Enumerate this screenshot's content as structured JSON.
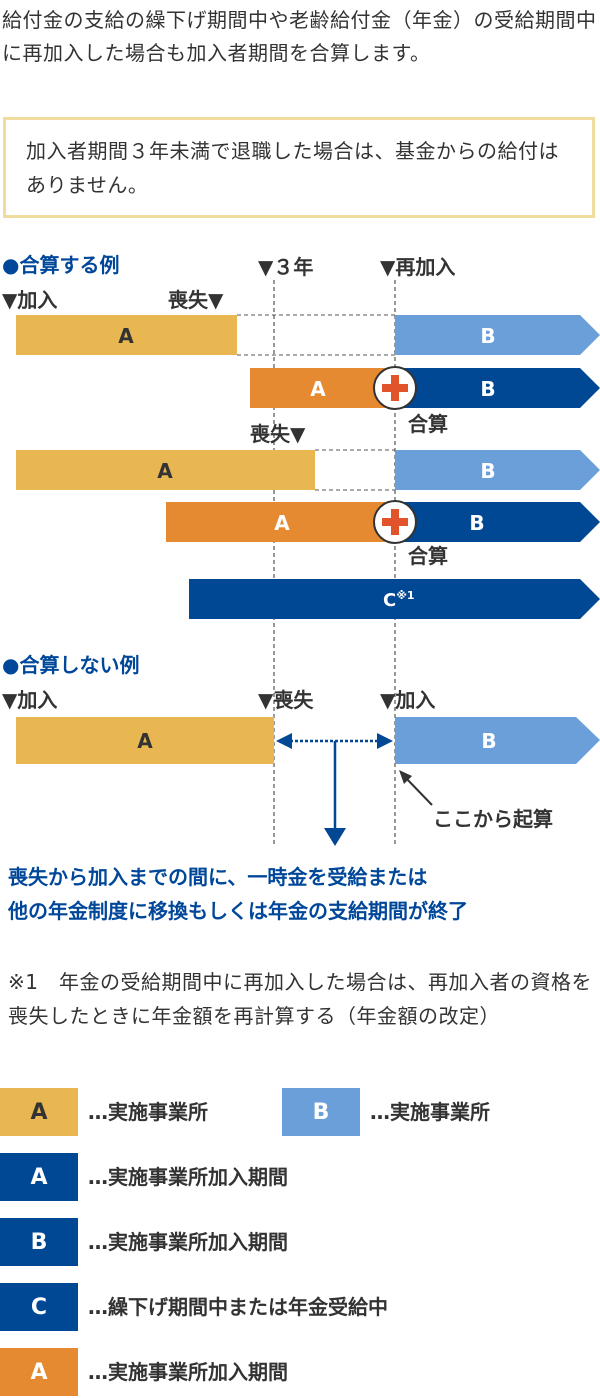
{
  "intro": {
    "text": "給付金の支給の繰下げ期間中や老齢給付金（年金）の受給期間中に再加入した場合も加入者期間を合算します。"
  },
  "notice": {
    "text": "加入者期間３年未満で退職した場合は、基金からの給付はありません。"
  },
  "colors": {
    "gold": "#e9b752",
    "light_blue": "#6b9fd9",
    "navy": "#004794",
    "orange": "#e68a31",
    "plus_red": "#e0532b",
    "notice_border": "#f1dc9f",
    "blue_text": "#00479a"
  },
  "diagram": {
    "section1_title": "●合算する例",
    "marker_3years": "▼３年",
    "marker_rejoin": "▼再加入",
    "row1": {
      "join_label": "▼加入",
      "loss_label": "喪失▼",
      "bar_a": "A",
      "bar_b": "B"
    },
    "row2": {
      "bar_a": "A",
      "bar_b": "B",
      "plus_icon": "plus-icon",
      "combine_label": "合算"
    },
    "row3": {
      "loss_label": "喪失▼",
      "bar_a": "A",
      "bar_b": "B"
    },
    "row4": {
      "bar_a": "A",
      "bar_b": "B",
      "plus_icon": "plus-icon",
      "combine_label": "合算"
    },
    "row5": {
      "bar_c": "C",
      "bar_c_sup": "※1"
    },
    "section2_title": "●合算しない例",
    "row6": {
      "join_label": "▼加入",
      "loss_label": "▼喪失",
      "rejoin_label": "▼加入",
      "bar_a": "A",
      "bar_b": "B",
      "count_from": "ここから起算"
    },
    "blue_note_line1": "喪失から加入までの間に、一時金を受給または",
    "blue_note_line2": "他の年金制度に移換もしくは年金の支給期間が終了"
  },
  "footnote": {
    "text": "※1　年金の受給期間中に再加入した場合は、再加入者の資格を喪失したときに年金額を再計算する（年金額の改定）"
  },
  "legend": {
    "items": [
      {
        "key": "A",
        "color": "gold",
        "desc": "…実施事業所"
      },
      {
        "key": "B",
        "color": "light_blue",
        "desc": "…実施事業所"
      },
      {
        "key": "A",
        "color": "navy",
        "desc": "…実施事業所加入期間"
      },
      {
        "key": "B",
        "color": "navy",
        "desc": "…実施事業所加入期間"
      },
      {
        "key": "C",
        "color": "navy",
        "desc": "…繰下げ期間中または年金受給中"
      },
      {
        "key": "A",
        "color": "orange",
        "desc": "…実施事業所加入期間"
      }
    ]
  }
}
